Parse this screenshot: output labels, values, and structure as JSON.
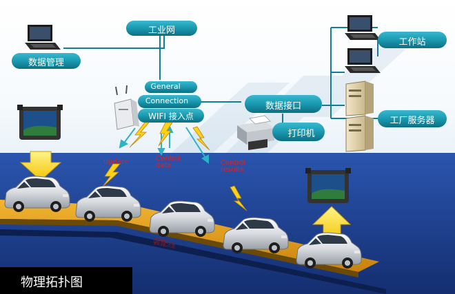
{
  "nodes": {
    "industrial_network": "工业网",
    "data_management": "数据管理",
    "workstation": "工作站",
    "data_interface": "数据接口",
    "printer": "打印机",
    "factory_server": "工厂服务器",
    "ap_general": "General",
    "ap_connection": "Connection",
    "ap_wifi": "WIFI 接入点"
  },
  "arrows": {
    "update": "Update",
    "control_data_line1": "Control",
    "control_data_line2": "data",
    "control_results_line1": "Control",
    "control_results_line2": "results"
  },
  "assembly_line": "装配线",
  "caption": "物理拓扑图",
  "colors": {
    "pill": "#1a99b0",
    "pill_dark": "#0d6f83",
    "floor": "#1c3f8f",
    "belt": "#e6a11d",
    "caption_bg": "#000000",
    "arrow_label": "#cc2222",
    "lightning": "#ffd21a"
  }
}
